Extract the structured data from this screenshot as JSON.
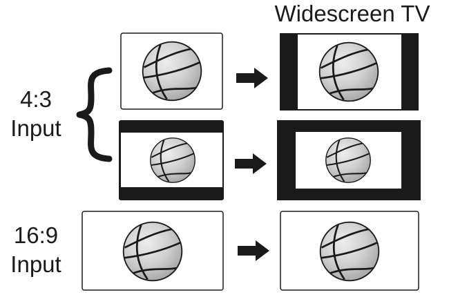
{
  "title": "Widescreen TV",
  "groups": {
    "four_three": {
      "ratio": "4:3",
      "word": "Input"
    },
    "sixteen_nine": {
      "ratio": "16:9",
      "word": "Input"
    }
  },
  "colors": {
    "frame": "#1a1a1a",
    "bar": "#1a1a1a",
    "ball": "#c8c8c8",
    "seam": "#1a1a1a",
    "arrow": "#1a1a1a",
    "background": "#ffffff"
  },
  "icons": {
    "ball": "basketball-icon",
    "arrow": "right-arrow-icon",
    "brace": "curly-brace-icon"
  }
}
